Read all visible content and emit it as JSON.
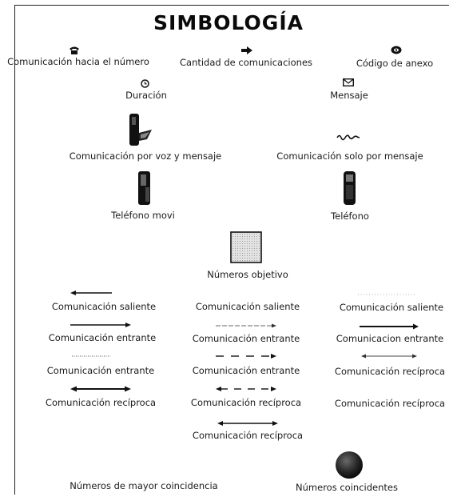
{
  "title": "SIMBOLOGÍA",
  "icons_row": {
    "hacia_numero": "Comunicación hacia el número",
    "cantidad": "Cantidad de comunicaciones",
    "anexo": "Código de anexo"
  },
  "duracion": "Duración",
  "mensaje": "Mensaje",
  "voz_mensaje": "Comunicación por voz y mensaje",
  "solo_mensaje": "Comunicación solo por mensaje",
  "telefono_movil": "Teléfono movi",
  "telefono": "Teléfono",
  "numeros_objetivo": "Números objetivo",
  "col1": [
    "Comunicación saliente",
    "Comunicación entrante",
    "Comunicación entrante",
    "Comunicación recíproca"
  ],
  "col2": [
    "Comunicación saliente",
    "Comunicación entrante",
    "Comunicación entrante",
    "Comunicación recíproca",
    "Comunicación recíproca"
  ],
  "col3": [
    "Comunicación saliente",
    "Comunicacion entrante",
    "Comunicación recíproca",
    "Comunicación recíproca"
  ],
  "mayor_coincidencia": "Números de mayor coincidencia",
  "coincidentes": "Números coincidentes"
}
